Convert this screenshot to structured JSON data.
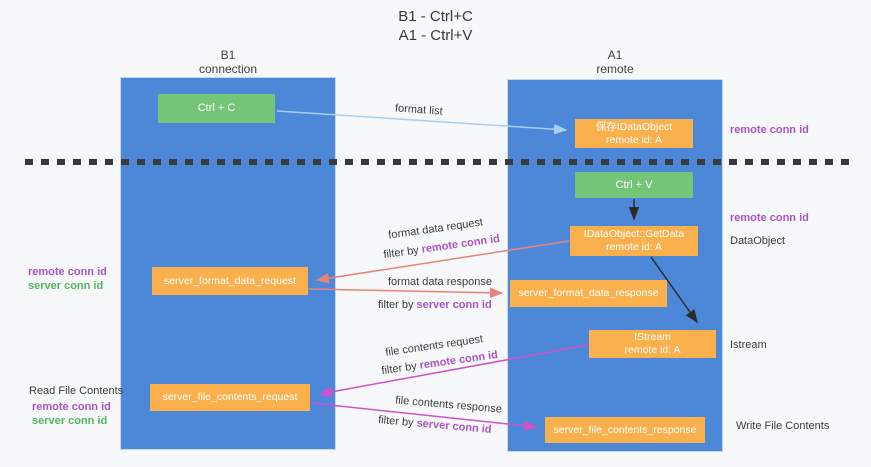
{
  "title": {
    "line1": "B1 - Ctrl+C",
    "line2": "A1 - Ctrl+V"
  },
  "left_column": {
    "header1": "B1",
    "header2": "connection"
  },
  "right_column": {
    "header1": "A1",
    "header2": "remote"
  },
  "boxes": {
    "ctrl_c": "Ctrl + C",
    "ctrl_v": "Ctrl + V",
    "save_obj1": "保存IDataObject",
    "save_obj2": "remote id: A",
    "getdata1": "IDataObject::GetData",
    "getdata2": "remote id: A",
    "istream1": "IStream",
    "istream2": "remote id: A",
    "format_request": "server_format_data_request",
    "format_response": "server_format_data_response",
    "file_request": "server_file_contents_request",
    "file_response": "server_file_contents_response"
  },
  "right_labels": {
    "remote_conn_top": "remote conn id",
    "remote_conn_mid": "remote conn id",
    "dataobject": "DataObject",
    "istream": "Istream",
    "write_file": "Write File Contents"
  },
  "left_labels": {
    "remote_conn_1": "remote conn id",
    "server_conn_1": "server conn id",
    "read_file": "Read File Contents",
    "remote_conn_2": "remote conn id",
    "server_conn_2": "server conn id"
  },
  "arrow_labels": {
    "format_list": "format list",
    "format_data_request": "format data request",
    "filter_prefix_1": "filter by ",
    "filter_id_1": "remote conn id",
    "format_data_response": "format data response",
    "filter_prefix_2": "filter by ",
    "filter_id_2": "server conn id",
    "file_contents_request": "file contents request",
    "filter_prefix_3": "filter by ",
    "filter_id_3": "remote conn id",
    "file_contents_response": "file contents response",
    "filter_prefix_4": "filter by ",
    "filter_id_4": "server conn id"
  },
  "colors": {
    "column_blue": "#4d87d8",
    "box_green": "#75c578",
    "box_orange": "#fbb04e",
    "arrow_red": "#e8837b",
    "arrow_magenta": "#d052c8",
    "arrow_lightblue": "#a8cff0",
    "arrow_black": "#2b2b2b",
    "text_purple": "#a855c4",
    "text_green": "#53b55f"
  }
}
